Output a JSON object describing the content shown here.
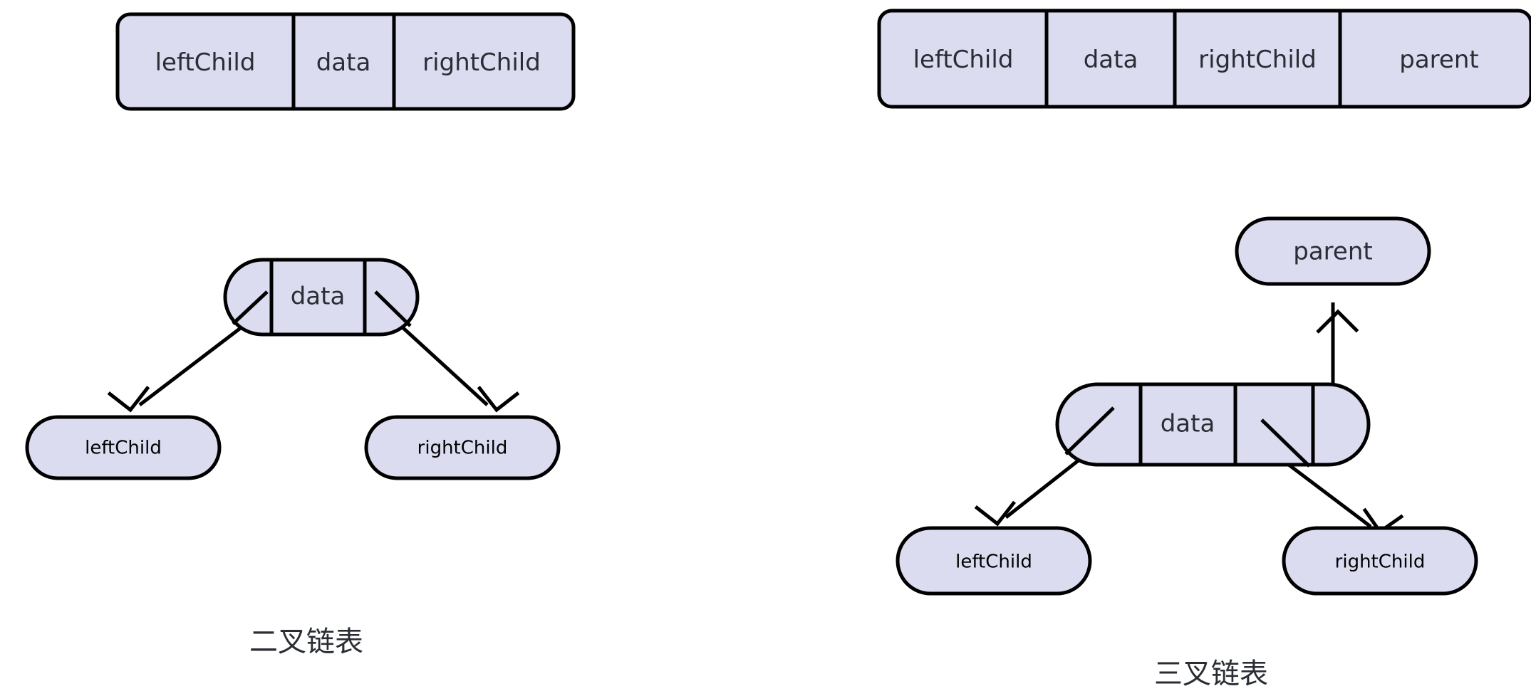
{
  "diagram": {
    "type": "data-structure-diagram",
    "background_color": "#ffffff",
    "node_fill_color": "#dcdcf0",
    "node_stroke_color": "#000000",
    "text_color": "#2a2d34",
    "panels": [
      {
        "id": "binary-linked-list",
        "caption": "二叉链表",
        "field_table": {
          "cells": [
            "leftChild",
            "data",
            "rightChild"
          ]
        },
        "node": {
          "data_label": "data",
          "compartments": [
            "leftChild-pointer",
            "data",
            "rightChild-pointer"
          ]
        },
        "children": [
          {
            "label": "leftChild"
          },
          {
            "label": "rightChild"
          }
        ],
        "parent": null
      },
      {
        "id": "trinary-linked-list",
        "caption": "三叉链表",
        "field_table": {
          "cells": [
            "leftChild",
            "data",
            "rightChild",
            "parent"
          ]
        },
        "node": {
          "data_label": "data",
          "compartments": [
            "leftChild-pointer",
            "data",
            "rightChild-pointer",
            "parent-pointer"
          ]
        },
        "children": [
          {
            "label": "leftChild"
          },
          {
            "label": "rightChild"
          }
        ],
        "parent": {
          "label": "parent"
        }
      }
    ]
  }
}
